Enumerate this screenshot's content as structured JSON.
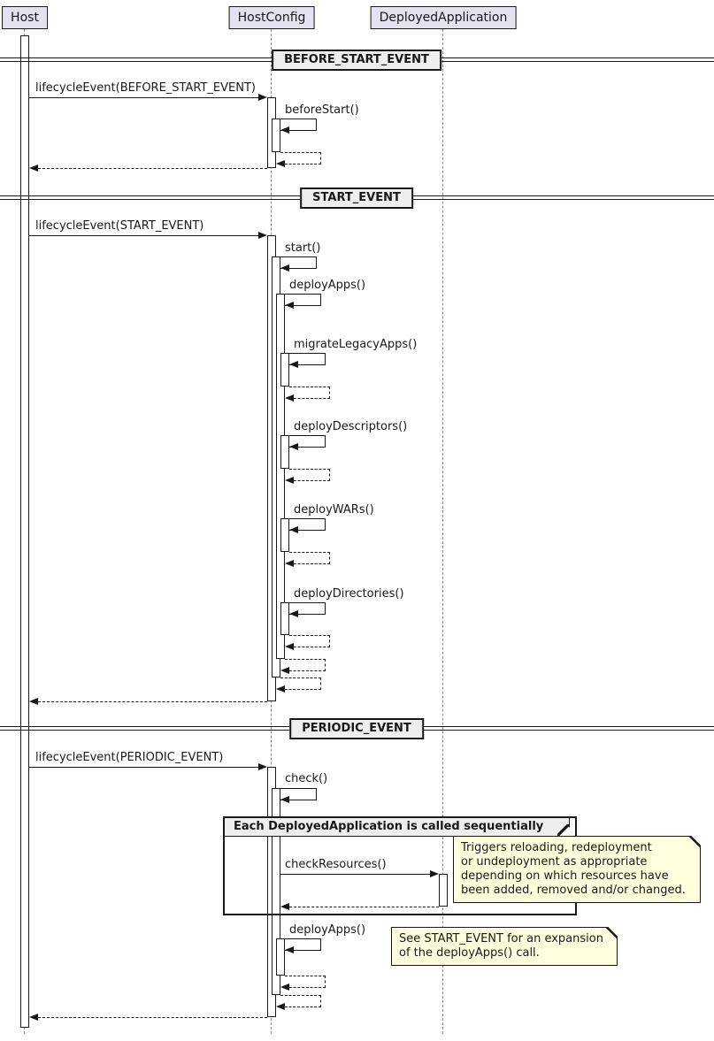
{
  "participants": {
    "host": "Host",
    "hostconfig": "HostConfig",
    "deployed_application": "DeployedApplication"
  },
  "dividers": {
    "before_start": "BEFORE_START_EVENT",
    "start": "START_EVENT",
    "periodic": "PERIODIC_EVENT"
  },
  "messages": {
    "lifecycle_before_start": "lifecycleEvent(BEFORE_START_EVENT)",
    "before_start": "beforeStart()",
    "lifecycle_start": "lifecycleEvent(START_EVENT)",
    "start": "start()",
    "deploy_apps": "deployApps()",
    "migrate_legacy_apps": "migrateLegacyApps()",
    "deploy_descriptors": "deployDescriptors()",
    "deploy_wars": "deployWARs()",
    "deploy_directories": "deployDirectories()",
    "lifecycle_periodic": "lifecycleEvent(PERIODIC_EVENT)",
    "check": "check()",
    "check_resources": "checkResources()",
    "deploy_apps_periodic": "deployApps()"
  },
  "group": {
    "label": "Each DeployedApplication is called sequentially"
  },
  "notes": {
    "check_resources": "Triggers reloading, redeployment\nor undeployment as appropriate\ndepending on which resources have\nbeen added, removed and/or changed.",
    "deploy_apps": "See START_EVENT for an expansion\nof the deployApps() call."
  },
  "colors": {
    "participant_bg": "#E2E2F0",
    "note_bg": "#FEFFDD",
    "label_bg": "#EEEEEE",
    "line": "#181818",
    "lifeline": "#888888"
  }
}
